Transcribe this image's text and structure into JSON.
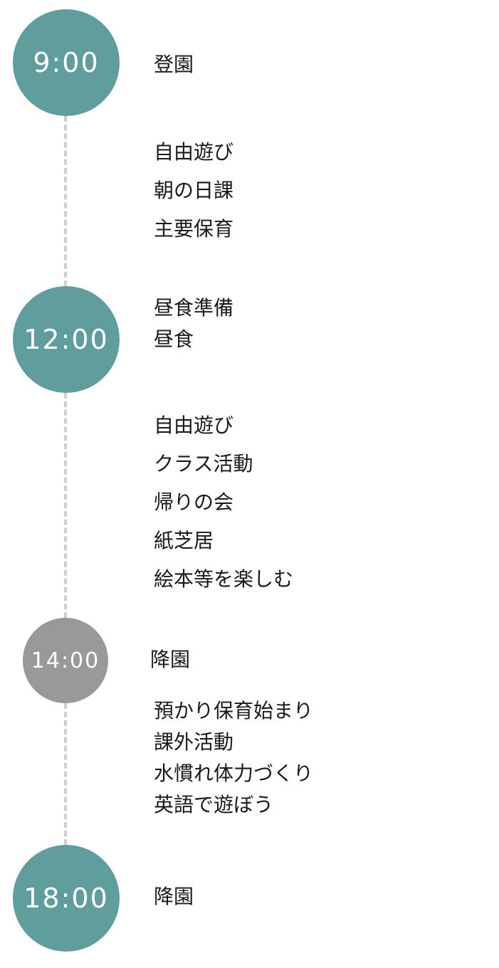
{
  "colors": {
    "primary_circle": "#5f9e9d",
    "secondary_circle": "#999999",
    "dash_line": "#cfcfcf",
    "text": "#1a1a1a"
  },
  "schedule": {
    "times": [
      {
        "label": "9:00"
      },
      {
        "label": "12:00"
      },
      {
        "label": "14:00"
      },
      {
        "label": "18:00"
      }
    ],
    "groups": {
      "arrival": [
        "登園"
      ],
      "morning": [
        "自由遊び",
        "朝の日課",
        "主要保育"
      ],
      "lunch": [
        "昼食準備",
        "昼食"
      ],
      "afternoon": [
        "自由遊び",
        "クラス活動",
        "帰りの会",
        "紙芝居",
        "絵本等を楽しむ"
      ],
      "depart14": [
        "降園"
      ],
      "extended": [
        "預かり保育始まり",
        "課外活動",
        "水慣れ体力づくり",
        "英語で遊ぼう"
      ],
      "depart18": [
        "降園"
      ]
    }
  }
}
